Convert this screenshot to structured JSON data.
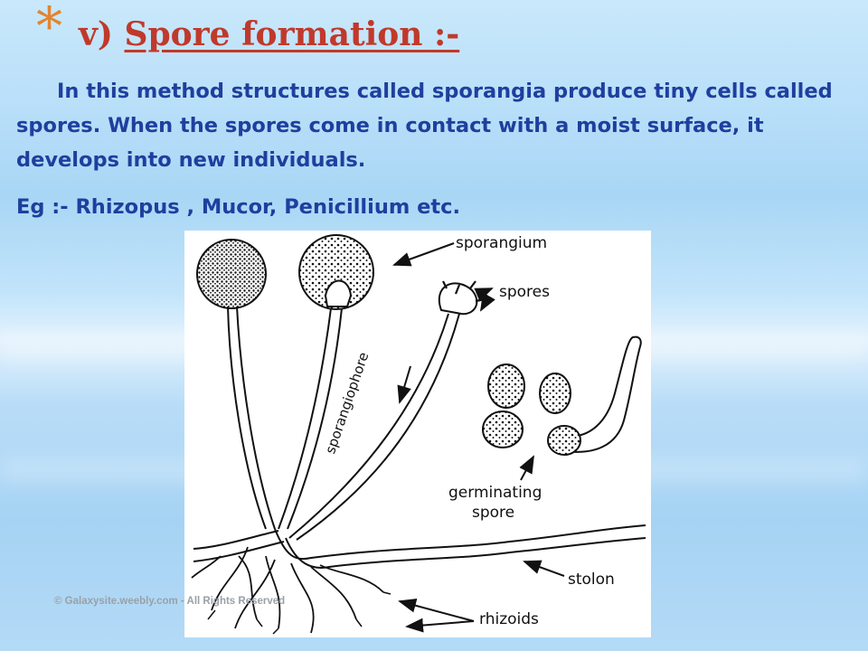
{
  "slide": {
    "bullet": "*",
    "title_prefix": "v) ",
    "title_main": "Spore formation :-",
    "paragraph": "In this method structures called sporangia produce tiny cells called spores. When the spores come in contact with a moist surface, it develops into new individuals.",
    "example": "Eg :- Rhizopus , Mucor, Penicillium etc.",
    "watermark": "© Galaxysite.weebly.com - All Rights Reserved"
  },
  "figure": {
    "labels": {
      "sporangium": "sporangium",
      "spores": "spores",
      "sporangiophore": "sporangiophore",
      "germinating_line1": "germinating",
      "germinating_line2": "spore",
      "stolon": "stolon",
      "rhizoids": "rhizoids"
    }
  },
  "colors": {
    "title": "#c0392b",
    "bullet": "#e38430",
    "body_text": "#1f3f9e"
  }
}
